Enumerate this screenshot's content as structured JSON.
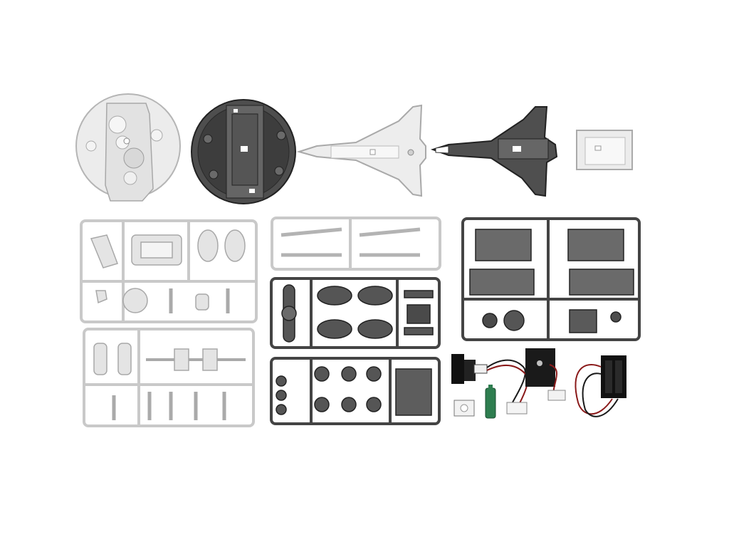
{
  "colors": {
    "background": "#ffffff",
    "light_plastic": "#e9e9e9",
    "light_plastic_edge": "#b8b8b8",
    "dark_plastic": "#5a5a5a",
    "dark_plastic_edge": "#2a2a2a",
    "solar_panel": "#6f6f6f",
    "wire_red": "#8a1a1a",
    "wire_black": "#1a1a1a",
    "connector_white": "#f2f2f2",
    "connector_green": "#2e7d4f"
  },
  "parts": {
    "top_row": [
      "round-base-light",
      "round-base-dark",
      "shuttle-light",
      "shuttle-dark",
      "tray-piece"
    ],
    "sprues": [
      "sprue-light-upper",
      "sprue-light-lower",
      "sprue-light-rods",
      "sprue-dark-engines",
      "sprue-dark-gears",
      "sprue-dark-solar"
    ],
    "electronics": [
      "black-spacer",
      "motor-with-wires",
      "white-gear-box",
      "green-switch",
      "white-plug",
      "solar-cell-module",
      "battery-holder"
    ]
  }
}
